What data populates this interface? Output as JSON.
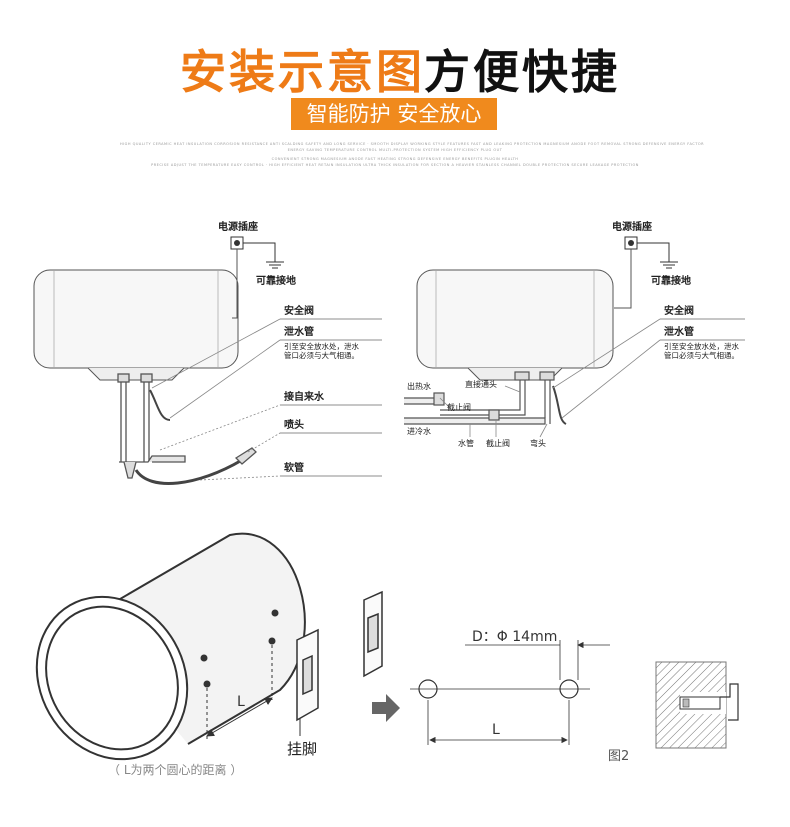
{
  "header": {
    "title_orange": "安装示意图",
    "title_black": "方便快捷",
    "slogan": "智能防护 安全放心",
    "fine_print_1": "HIGH QUALITY CERAMIC HEAT INSULATION CORROSION RESISTANCE ANTI SCALDING SAFETY AND LONG SERVICE · SMOOTH DISPLAY WORKING STYLE FEATURES FAST AND LEAKING PROTECTION MAGNESIUM ANODE FOOT REMOVAL STRONG DEFENSIVE ENERGY FACTOR",
    "fine_print_2": "ENERGY SAVING TEMPERATURE CONTROL MULTI-PROTECTION SYSTEM HIGH EFFICIENCY PLUG OUT",
    "fine_print_3": "CONVENIENT STRONG MAGNESIUM ANODE FAST HEATING STRONG DEFENSIVE ENERGY BENEFITS PLUGIN HEALTH",
    "fine_print_4": "PRECISE ADJUST THE TEMPERATURE EASY CONTROL · HIGH EFFICIENT HEAT RETAIN INSULATION ULTRA THICK INSULATION FOR SECTION A HEAVIER STAINLESS CHANNEL DOUBLE PROTECTION SECURE LEAKAGE PROTECTION"
  },
  "diagram_left": {
    "power_socket": "电源插座",
    "ground": "可靠接地",
    "safety_valve": "安全阀",
    "drain_pipe": "泄水管",
    "drain_note_1": "引至安全放水处，泄水",
    "drain_note_2": "管口必须与大气相通。",
    "tap_water": "接自来水",
    "shower_head": "喷头",
    "hose": "软管"
  },
  "diagram_right": {
    "power_socket": "电源插座",
    "ground": "可靠接地",
    "safety_valve": "安全阀",
    "drain_pipe": "泄水管",
    "drain_note_1": "引至安全放水处，泄水",
    "drain_note_2": "管口必须与大气相通。",
    "hot_out": "出热水",
    "direct_joint": "直接通头",
    "stop_valve_top": "截止阀",
    "cold_in": "进冷水",
    "water_pipe": "水管",
    "stop_valve_bottom": "截止阀",
    "elbow": "弯头"
  },
  "mounting": {
    "dimension_L": "L",
    "bracket": "挂脚",
    "caption": "（ L为两个圆心的距离 ）",
    "hole_dia": "D：Φ 14mm",
    "span_L": "L",
    "figure_label": "图2"
  }
}
